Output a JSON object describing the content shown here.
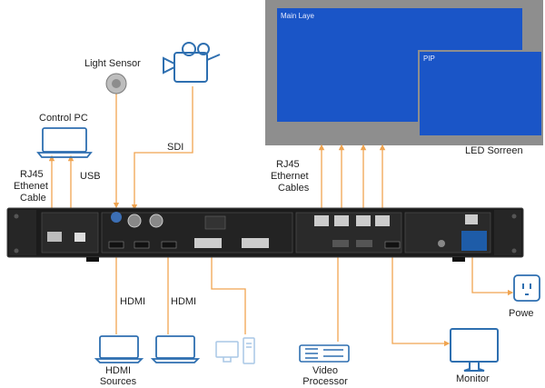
{
  "colors": {
    "connector_line": "#f0a450",
    "device_blue": "#2e6fb0",
    "screen_frame": "#8e8e8e",
    "screen_fill": "#1a55c7",
    "rack_body": "#1b1b1b"
  },
  "led_screen": {
    "main_layer_label": "Main Laye",
    "pip_label": "PIP",
    "caption": "LED Sorreen"
  },
  "devices": {
    "light_sensor": {
      "label": "Light Sensor",
      "icon": "light-sensor-icon"
    },
    "camera": {
      "icon": "video-camera-icon"
    },
    "control_pc": {
      "label": "Control PC",
      "icon": "laptop-icon"
    },
    "power": {
      "label": "Powe",
      "icon": "power-socket-icon"
    },
    "monitor": {
      "label": "Monitor",
      "icon": "monitor-icon"
    },
    "video_processor": {
      "label_line1": "Video",
      "label_line2": "Processor",
      "icon": "video-processor-icon"
    },
    "hdmi_source": {
      "label_line1": "HDMI",
      "label_line2": "Sources",
      "icon": "laptop-icon"
    }
  },
  "connections": {
    "sdi": "SDI",
    "rj45_cable_line1": "RJ45",
    "rj45_cable_line2": "Ethenet",
    "rj45_cable_line3": "Cable",
    "usb": "USB",
    "rj45_cables_line1": "RJ45",
    "rj45_cables_line2": "Ethernet",
    "rj45_cables_line3": "Cables",
    "hdmi_1": "HDMI",
    "hdmi_2": "HDMI"
  }
}
